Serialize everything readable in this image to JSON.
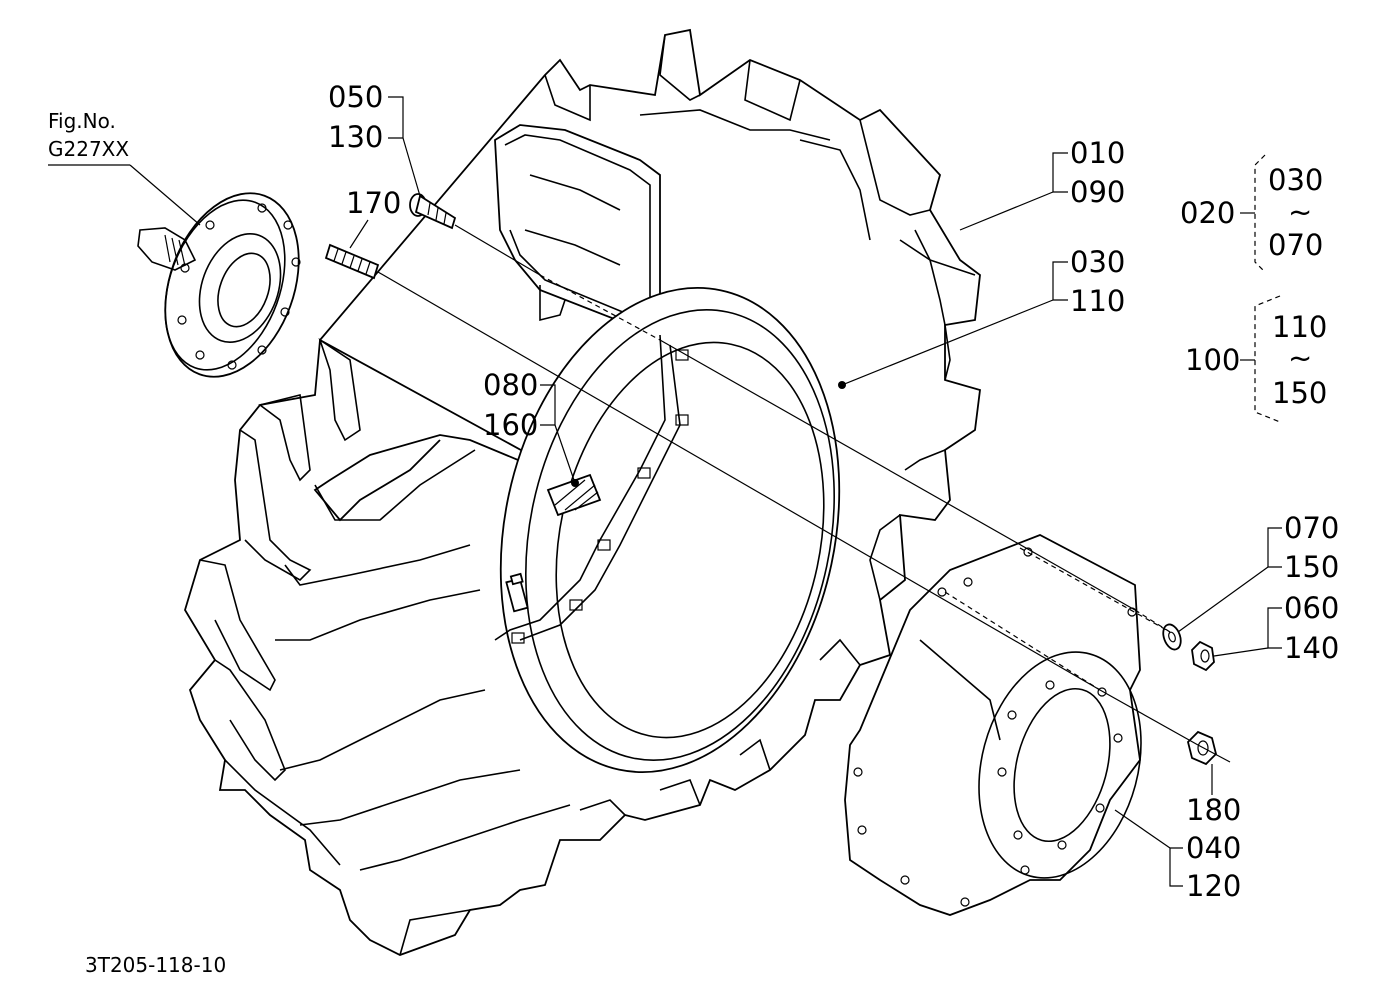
{
  "figure_ref": {
    "line1": "Fig.No.",
    "line2": "G227XX"
  },
  "drawing_number": "3T205-118-10",
  "callouts": {
    "c050": "050",
    "c130": "130",
    "c170": "170",
    "c010": "010",
    "c090": "090",
    "c030a": "030",
    "c110a": "110",
    "c080": "080",
    "c160": "160",
    "c070a": "070",
    "c150a": "150",
    "c060": "060",
    "c140": "140",
    "c180": "180",
    "c040": "040",
    "c120": "120"
  },
  "groups": {
    "g020": {
      "id": "020",
      "from": "030",
      "to": "070",
      "tilde": "~"
    },
    "g100": {
      "id": "100",
      "from": "110",
      "to": "150",
      "tilde": "~"
    }
  }
}
